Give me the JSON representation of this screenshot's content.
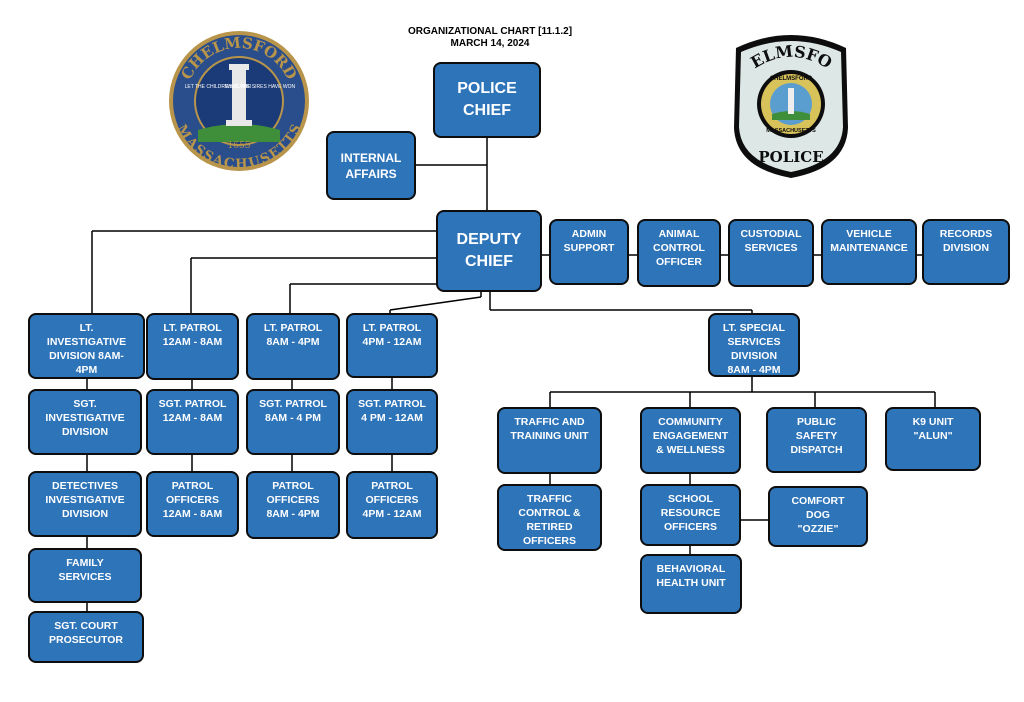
{
  "header": {
    "title": "ORGANIZATIONAL CHART [11.1.2]",
    "date": "MARCH 14, 2024"
  },
  "seal": {
    "ring_top": "CHELMSFORD",
    "ring_bottom": "MASSACHUSETTS",
    "motto_left": "LET THE CHILDREN GUARD",
    "motto_right": "WHAT THE SIRES HAVE WON",
    "year": "1655",
    "icon": "town-seal-monument"
  },
  "badge": {
    "top": "CHELMSFORD",
    "bottom": "POLICE",
    "inner_top": "CHELMSFORD",
    "inner_bottom": "MASSACHUSETTS",
    "icon": "police-patch"
  },
  "colors": {
    "box_fill": "#2e74b9",
    "box_border": "#0d0d0d",
    "seal_gold": "#b8954a",
    "seal_blue": "#2a4e8c"
  },
  "units": {
    "police_chief": "POLICE\nCHIEF",
    "internal_affairs": "INTERNAL\nAFFAIRS",
    "deputy_chief": "DEPUTY\nCHIEF",
    "admin_support": "ADMIN\nSUPPORT",
    "animal_control": "ANIMAL\nCONTROL\nOFFICER",
    "custodial": "CUSTODIAL\nSERVICES",
    "vehicle_maintenance": "VEHICLE\nMAINTENANCE",
    "records_division": "RECORDS\nDIVISION",
    "lt_investigative": "LT.\nINVESTIGATIVE\nDIVISION 8AM-\n4PM",
    "lt_patrol_12_8": "LT. PATROL\n12AM - 8AM",
    "lt_patrol_8_4": "LT. PATROL\n8AM - 4PM",
    "lt_patrol_4_12": "LT. PATROL\n4PM - 12AM",
    "lt_special_services": "LT. SPECIAL\nSERVICES\nDIVISION\n8AM - 4PM",
    "sgt_investigative": "SGT.\nINVESTIGATIVE\nDIVISION",
    "sgt_patrol_12_8": "SGT. PATROL\n12AM - 8AM",
    "sgt_patrol_8_4": "SGT. PATROL\n8AM - 4 PM",
    "sgt_patrol_4_12": "SGT. PATROL\n4 PM - 12AM",
    "detectives": "DETECTIVES\nINVESTIGATIVE\nDIVISION",
    "patrol_officers_12_8": "PATROL\nOFFICERS\n12AM - 8AM",
    "patrol_officers_8_4": "PATROL\nOFFICERS\n8AM - 4PM",
    "patrol_officers_4_12": "PATROL\nOFFICERS\n4PM - 12AM",
    "family_services": "FAMILY\nSERVICES",
    "sgt_court_prosecutor": "SGT. COURT\nPROSECUTOR",
    "traffic_training": "TRAFFIC AND\nTRAINING UNIT",
    "community_engagement": "COMMUNITY\nENGAGEMENT\n&  WELLNESS",
    "public_safety_dispatch": "PUBLIC\nSAFETY\nDISPATCH",
    "k9_unit": "K9 UNIT\n\"ALUN\"",
    "traffic_control_retired": "TRAFFIC\nCONTROL  &\nRETIRED\nOFFICERS",
    "school_resource": "SCHOOL\nRESOURCE\nOFFICERS",
    "comfort_dog": "COMFORT\nDOG\n\"OZZIE\"",
    "behavioral_health": "BEHAVIORAL\nHEALTH UNIT"
  }
}
